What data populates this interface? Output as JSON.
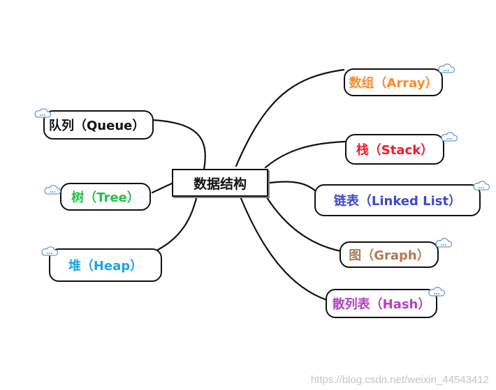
{
  "central": {
    "label": "数据结构"
  },
  "branches": [
    {
      "id": "queue",
      "label": "队列（Queue）",
      "color": "#111111"
    },
    {
      "id": "tree",
      "label": "树（Tree）",
      "color": "#22c04a"
    },
    {
      "id": "heap",
      "label": "堆（Heap）",
      "color": "#1aa3e6"
    },
    {
      "id": "array",
      "label": "数组（Array）",
      "color": "#ff8a2a"
    },
    {
      "id": "stack",
      "label": "栈（Stack）",
      "color": "#ef1b2d"
    },
    {
      "id": "linked",
      "label": "链表（Linked List）",
      "color": "#3b49c9"
    },
    {
      "id": "graph",
      "label": "图（Graph）",
      "color": "#b27a55"
    },
    {
      "id": "hash",
      "label": "散列表（Hash）",
      "color": "#b43fc4"
    }
  ],
  "watermark": "https://blog.csdn.net/weixin_44543412",
  "icons": {
    "attachment": "cloud-icon"
  }
}
